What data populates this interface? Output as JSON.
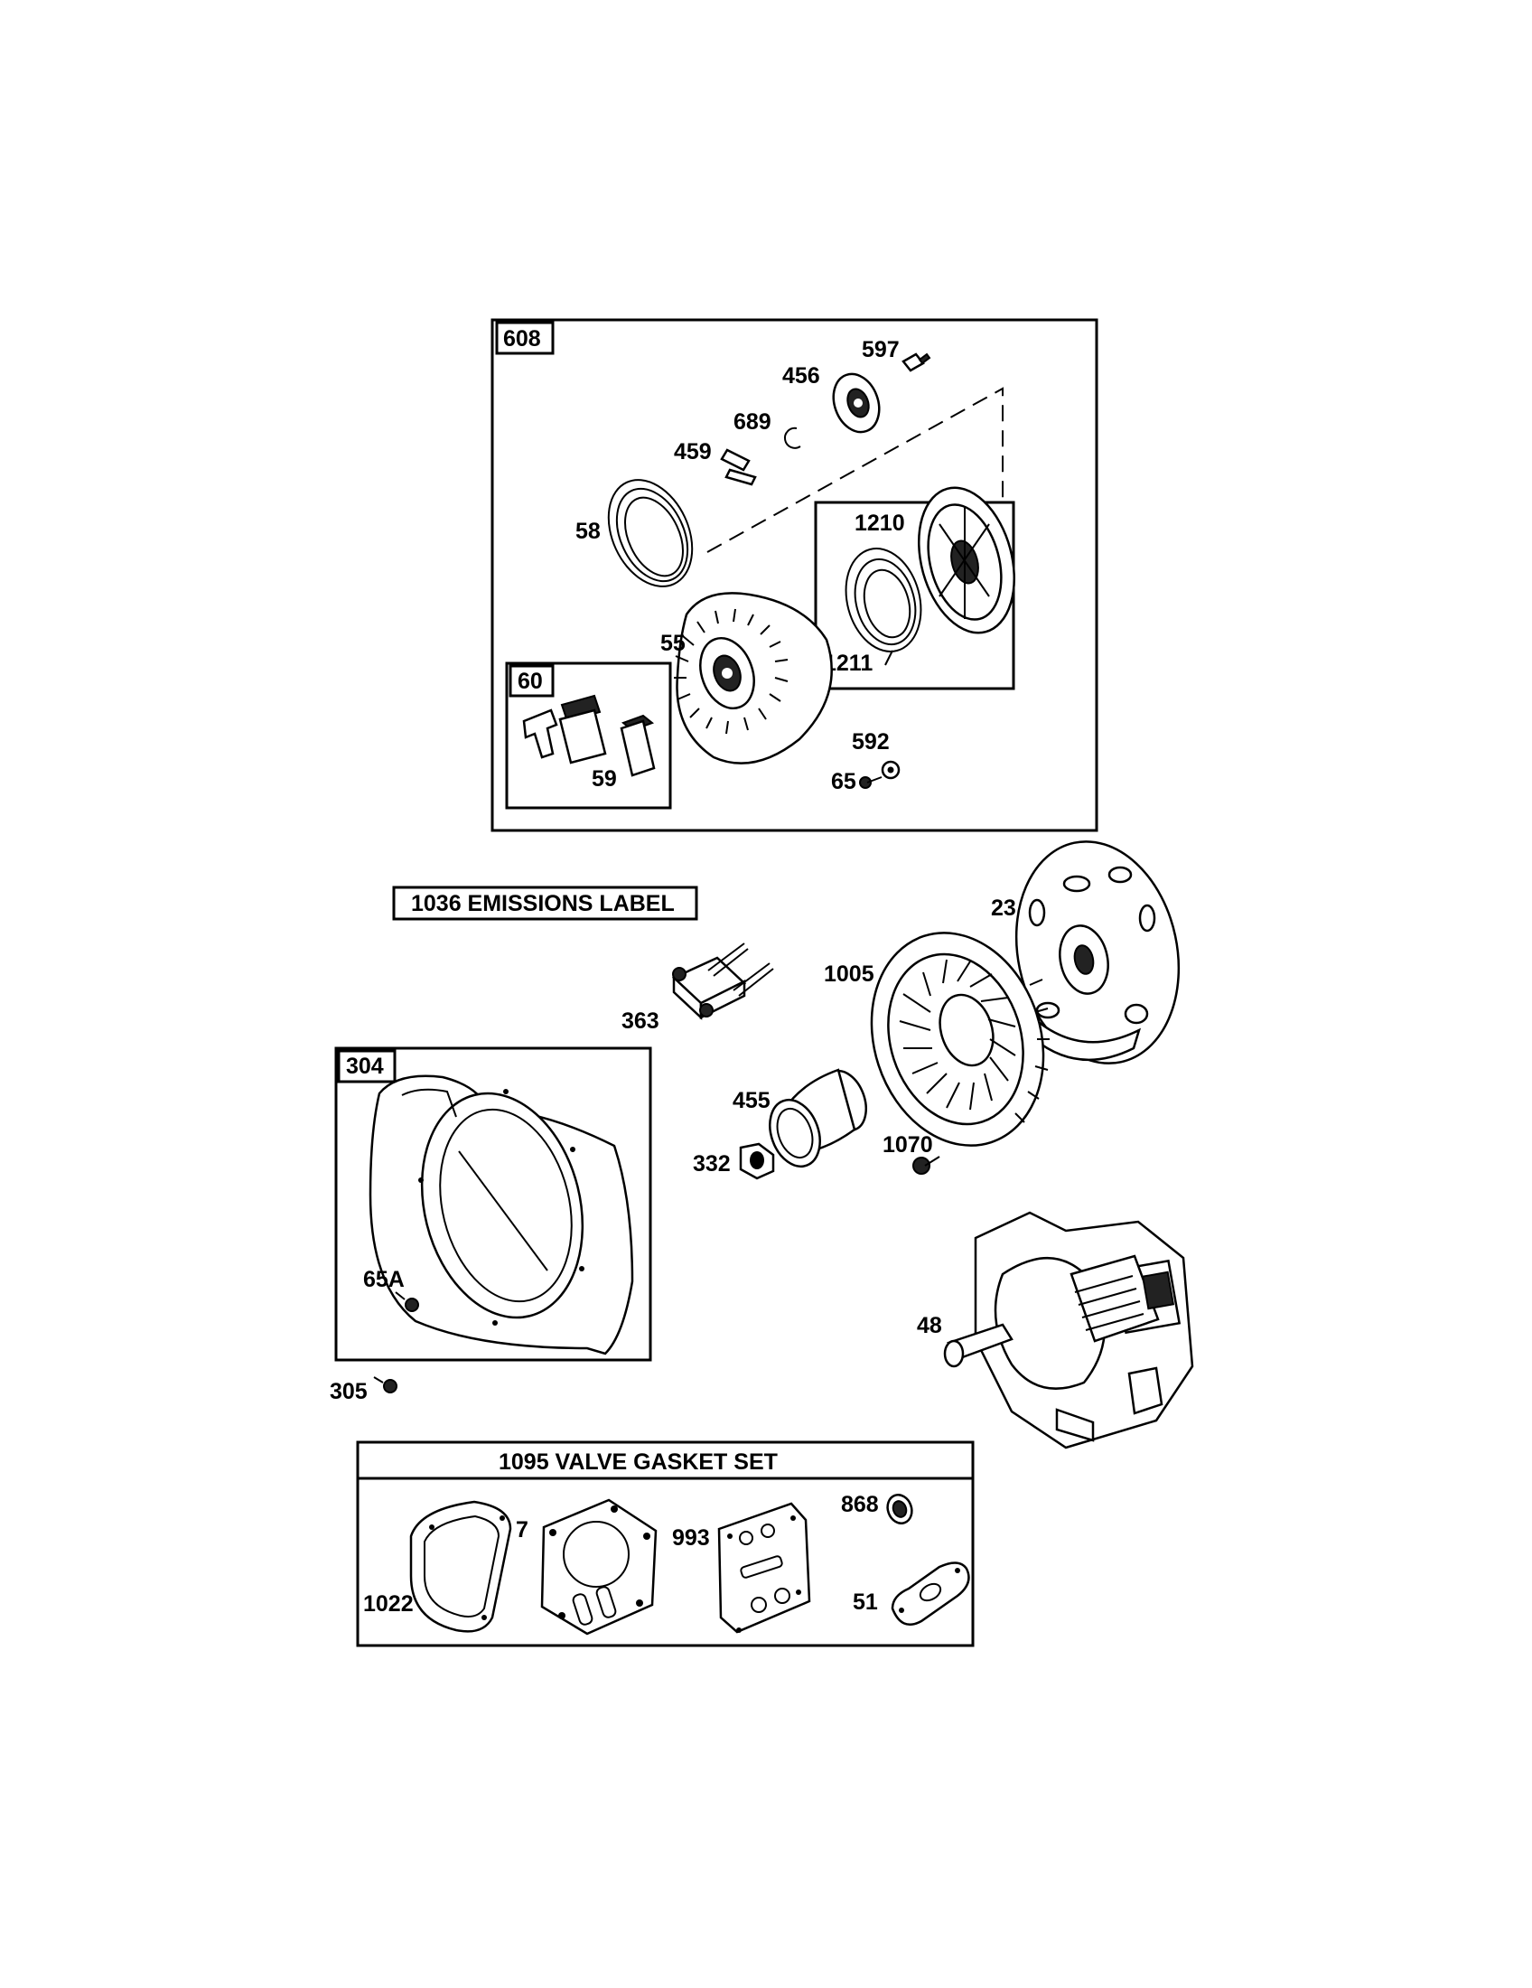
{
  "groups": {
    "starter_kit": "608",
    "handle_kit": "60",
    "blower_housing_kit": "304",
    "emissions_label": "1036 EMISSIONS LABEL",
    "valve_gasket_set": "1095 VALVE GASKET SET"
  },
  "parts": {
    "p597": "597",
    "p456": "456",
    "p689": "689",
    "p459": "459",
    "p58": "58",
    "p1210": "1210",
    "p1211": "1211",
    "p55": "55",
    "p59": "59",
    "p592": "592",
    "p65": "65",
    "p23": "23",
    "p1005": "1005",
    "p363": "363",
    "p455": "455",
    "p332": "332",
    "p1070": "1070",
    "p65A": "65A",
    "p305": "305",
    "p48": "48",
    "p7": "7",
    "p993": "993",
    "p868": "868",
    "p1022": "1022",
    "p51": "51"
  }
}
